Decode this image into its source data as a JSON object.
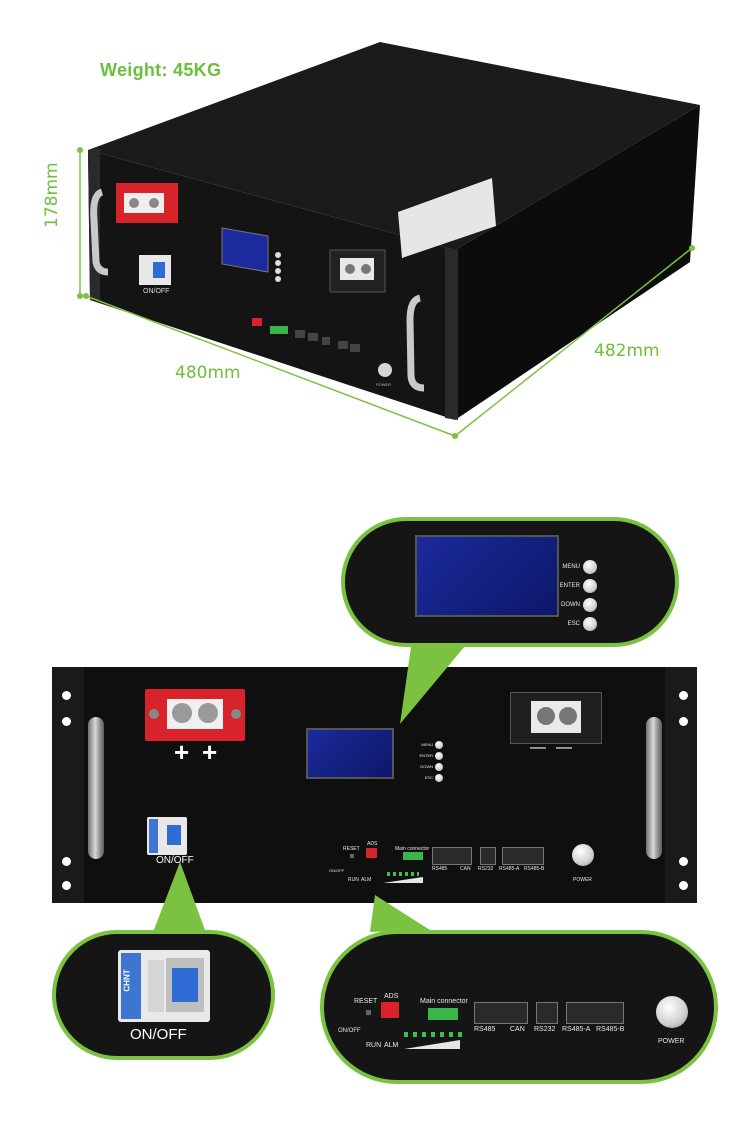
{
  "top": {
    "weight": "Weight: 45KG",
    "height_dim": "178mm",
    "width_dim": "480mm",
    "depth_dim": "482mm",
    "onoff": "ON/OFF",
    "power": "POWER"
  },
  "front": {
    "plus1": "+",
    "plus2": "+",
    "minus1": "—",
    "minus2": "—",
    "buttons": [
      "MENU",
      "ENTER",
      "DOWN",
      "ESC"
    ],
    "onoff": "ON/OFF",
    "reset": "RESET",
    "ads": "ADS",
    "main_connector": "Main connector",
    "run": "RUN",
    "alm": "ALM",
    "ports": [
      "RS485",
      "CAN",
      "RS232",
      "RS485-A",
      "RS485-B"
    ],
    "power": "POWER"
  },
  "lcd_zoom": {
    "buttons": [
      "MENU",
      "ENTER",
      "DOWN",
      "ESC"
    ]
  },
  "breaker_zoom": {
    "onoff": "ON/OFF",
    "brand": "CHNT"
  },
  "comm_zoom": {
    "reset": "RESET",
    "ads": "ADS",
    "onoff": "ON/OFF",
    "main_connector": "Main connector",
    "run": "RUN",
    "alm": "ALM",
    "ports": [
      "RS485",
      "CAN",
      "RS232",
      "RS485-A",
      "RS485-B"
    ],
    "power": "POWER"
  },
  "colors": {
    "accent_green": "#7cc241",
    "terminal_red": "#d8232a",
    "lcd_blue": "#1a2a9a"
  }
}
